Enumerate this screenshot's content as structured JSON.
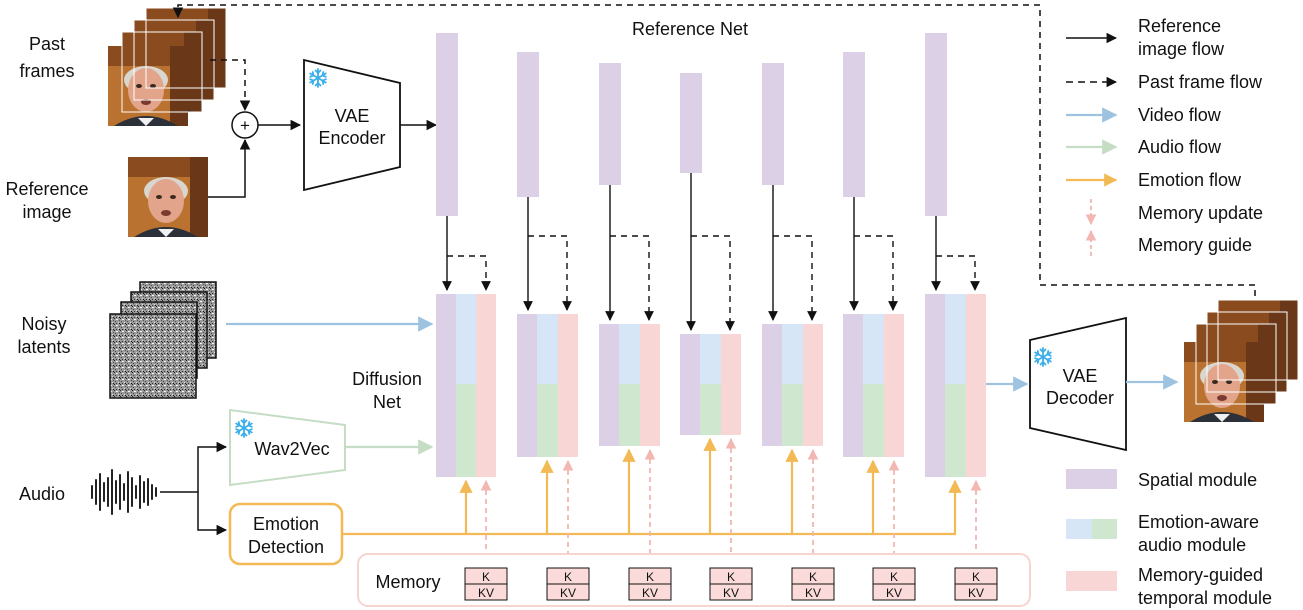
{
  "inputs": {
    "past_frames": [
      "Past",
      "frames"
    ],
    "reference_image": [
      "Reference",
      "image"
    ],
    "noisy_latents": [
      "Noisy",
      "latents"
    ],
    "audio": "Audio"
  },
  "modules": {
    "vae_encoder": [
      "VAE",
      "Encoder"
    ],
    "vae_decoder": [
      "VAE",
      "Decoder"
    ],
    "wav2vec": "Wav2Vec",
    "emotion_detection": [
      "Emotion",
      "Detection"
    ],
    "reference_net": "Reference Net",
    "diffusion_net": [
      "Diffusion",
      "Net"
    ],
    "memory": "Memory",
    "memory_key": "K",
    "memory_value": "KV",
    "plus": "+"
  },
  "legend": {
    "flows": [
      {
        "label": [
          "Reference",
          "image flow"
        ],
        "style": "solid-arrow",
        "color": "#111111"
      },
      {
        "label": [
          "Past frame flow"
        ],
        "style": "dashed-arrow",
        "color": "#111111"
      },
      {
        "label": [
          "Video flow"
        ],
        "style": "solid-arrow",
        "color": "#9ec3e0"
      },
      {
        "label": [
          "Audio flow"
        ],
        "style": "solid-arrow",
        "color": "#c5dcc5"
      },
      {
        "label": [
          "Emotion flow"
        ],
        "style": "solid-arrow",
        "color": "#f3b955"
      },
      {
        "label": [
          "Memory update"
        ],
        "style": "dashed-down",
        "color": "#f2b7b0"
      },
      {
        "label": [
          "Memory guide"
        ],
        "style": "dashed-up",
        "color": "#f2b7b0"
      }
    ],
    "modules": [
      {
        "label": [
          "Spatial module"
        ],
        "colors": [
          "#dcd0e6"
        ]
      },
      {
        "label": [
          "Emotion-aware",
          "audio module"
        ],
        "colors": [
          "#d6e6f7",
          "#cfe6cf"
        ]
      },
      {
        "label": [
          "Memory-guided",
          "temporal module"
        ],
        "colors": [
          "#f9d6d6"
        ]
      }
    ]
  },
  "colors": {
    "spatial": "#dcd0e6",
    "audio_top": "#d6e6f7",
    "audio_bottom": "#cfe6cf",
    "temporal": "#f9d6d6",
    "emotion": "#f3b955",
    "video_flow": "#9ec3e0",
    "audio_flow": "#c5dcc5",
    "memory_flow": "#f2b7b0",
    "memory_box": "#fbdada",
    "snowflake": "#3aaee8"
  },
  "icons": [
    "snowflake-icon",
    "face-photo-icon",
    "noise-latent-icon",
    "audio-waveform-icon",
    "plus-icon"
  ]
}
